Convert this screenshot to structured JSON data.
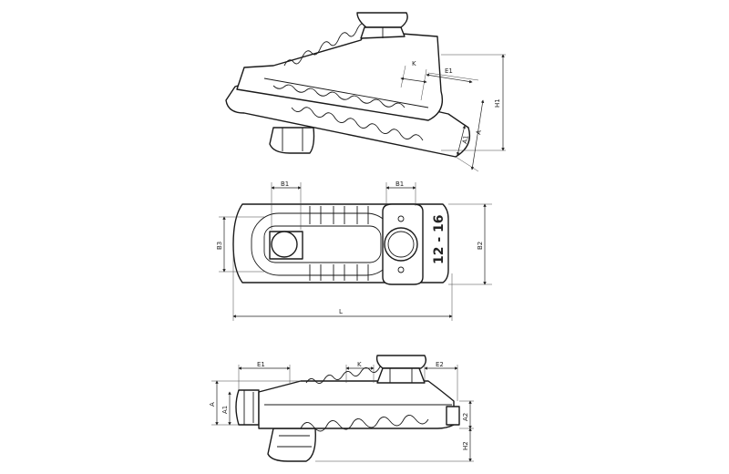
{
  "diagram": {
    "background": "#ffffff",
    "line_color": "#1a1a1a",
    "size_marking": "12 - 16",
    "dimension_labels": {
      "top_view": [
        "K",
        "E1",
        "H1",
        "A1",
        "A"
      ],
      "middle_view": [
        "B1",
        "B1",
        "B3",
        "B2",
        "L"
      ],
      "bottom_view": [
        "E1",
        "K",
        "E2",
        "A",
        "A1",
        "A2",
        "H2"
      ]
    }
  }
}
